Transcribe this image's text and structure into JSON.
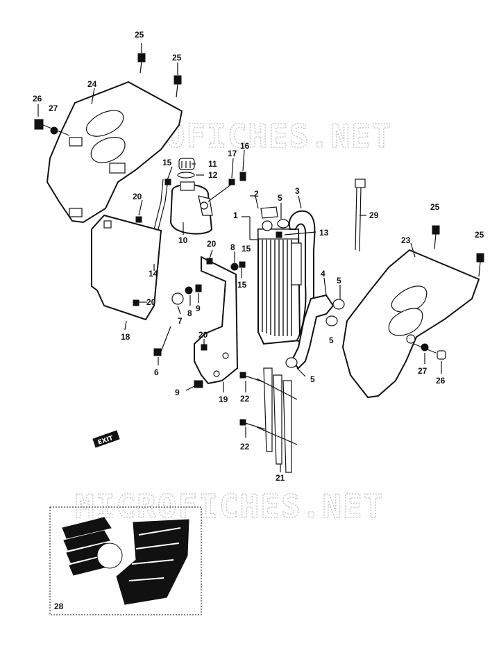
{
  "watermark": "MICROFICHES.NET",
  "emblem_text": "EXIT",
  "callouts": [
    "1",
    "2",
    "3",
    "4",
    "5",
    "6",
    "7",
    "8",
    "9",
    "10",
    "11",
    "12",
    "13",
    "14",
    "15",
    "16",
    "17",
    "18",
    "19",
    "20",
    "21",
    "22",
    "23",
    "24",
    "25",
    "26",
    "27",
    "28",
    "29"
  ],
  "labels": {
    "l25a": "25",
    "l25b": "25",
    "l24": "24",
    "l26a": "26",
    "l27a": "27",
    "l15a": "15",
    "l11": "11",
    "l12": "12",
    "l17": "17",
    "l16": "16",
    "l20a": "20",
    "l10": "10",
    "l14": "14",
    "l2": "2",
    "l3": "3",
    "l1": "1",
    "l5a": "5",
    "l13": "13",
    "l15b": "15",
    "l29": "29",
    "l25c": "25",
    "l23": "23",
    "l25d": "25",
    "l20b": "20",
    "l8a": "8",
    "l15c": "15",
    "l4": "4",
    "l5b": "5",
    "l20c": "20",
    "l7": "7",
    "l8b": "8",
    "l9a": "9",
    "l5c": "5",
    "l18": "18",
    "l20d": "20",
    "l6": "6",
    "l5d": "5",
    "l27b": "27",
    "l26b": "26",
    "l9b": "9",
    "l19": "19",
    "l22a": "22",
    "l22b": "22",
    "l21": "21",
    "l28": "28"
  }
}
